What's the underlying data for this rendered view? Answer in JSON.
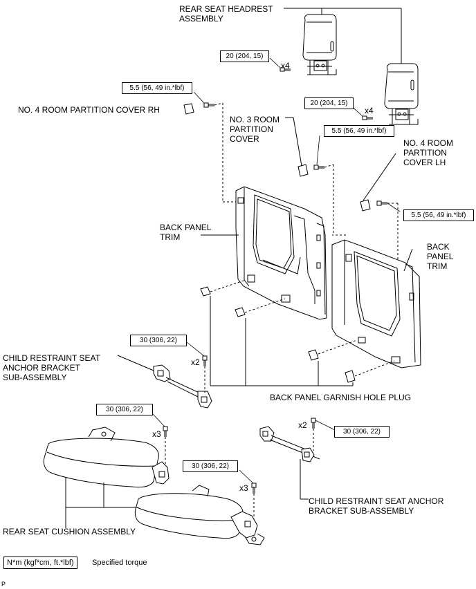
{
  "labels": {
    "headrest": "REAR SEAT HEADREST\nASSEMBLY",
    "no4_rh": "NO. 4 ROOM PARTITION COVER RH",
    "no3": "NO. 3 ROOM\nPARTITION\nCOVER",
    "no4_lh": "NO. 4 ROOM\nPARTITION\nCOVER LH",
    "back_panel_left": "BACK PANEL\nTRIM",
    "back_panel_right": "BACK\nPANEL\nTRIM",
    "child_left": "CHILD RESTRAINT SEAT\nANCHOR BRACKET\nSUB-ASSEMBLY",
    "garnish": "BACK PANEL GARNISH HOLE PLUG",
    "child_right": "CHILD RESTRAINT SEAT ANCHOR\nBRACKET SUB-ASSEMBLY",
    "cushion": "REAR SEAT CUSHION ASSEMBLY"
  },
  "torques": {
    "headrest_left": "20 (204, 15)",
    "headrest_right": "20 (204, 15)",
    "no4_rh": "5.5 (56, 49 in.*lbf)",
    "no3": "5.5 (56, 49 in.*lbf)",
    "no4_lh": "5.5 (56, 49 in.*lbf)",
    "bracket_left": "30 (306, 22)",
    "cushion_left": "30 (306, 22)",
    "bracket_right": "30 (306, 22)",
    "cushion_right": "30 (306, 22)"
  },
  "quantities": {
    "headrest_left": "x4",
    "headrest_right": "x4",
    "bracket_left": "x2",
    "cushion_left": "x3",
    "bracket_right": "x2",
    "cushion_right": "x3"
  },
  "legend": {
    "unit": "N*m (kgf*cm, ft.*lbf)",
    "text": "Specified torque"
  },
  "page_marker": "P"
}
